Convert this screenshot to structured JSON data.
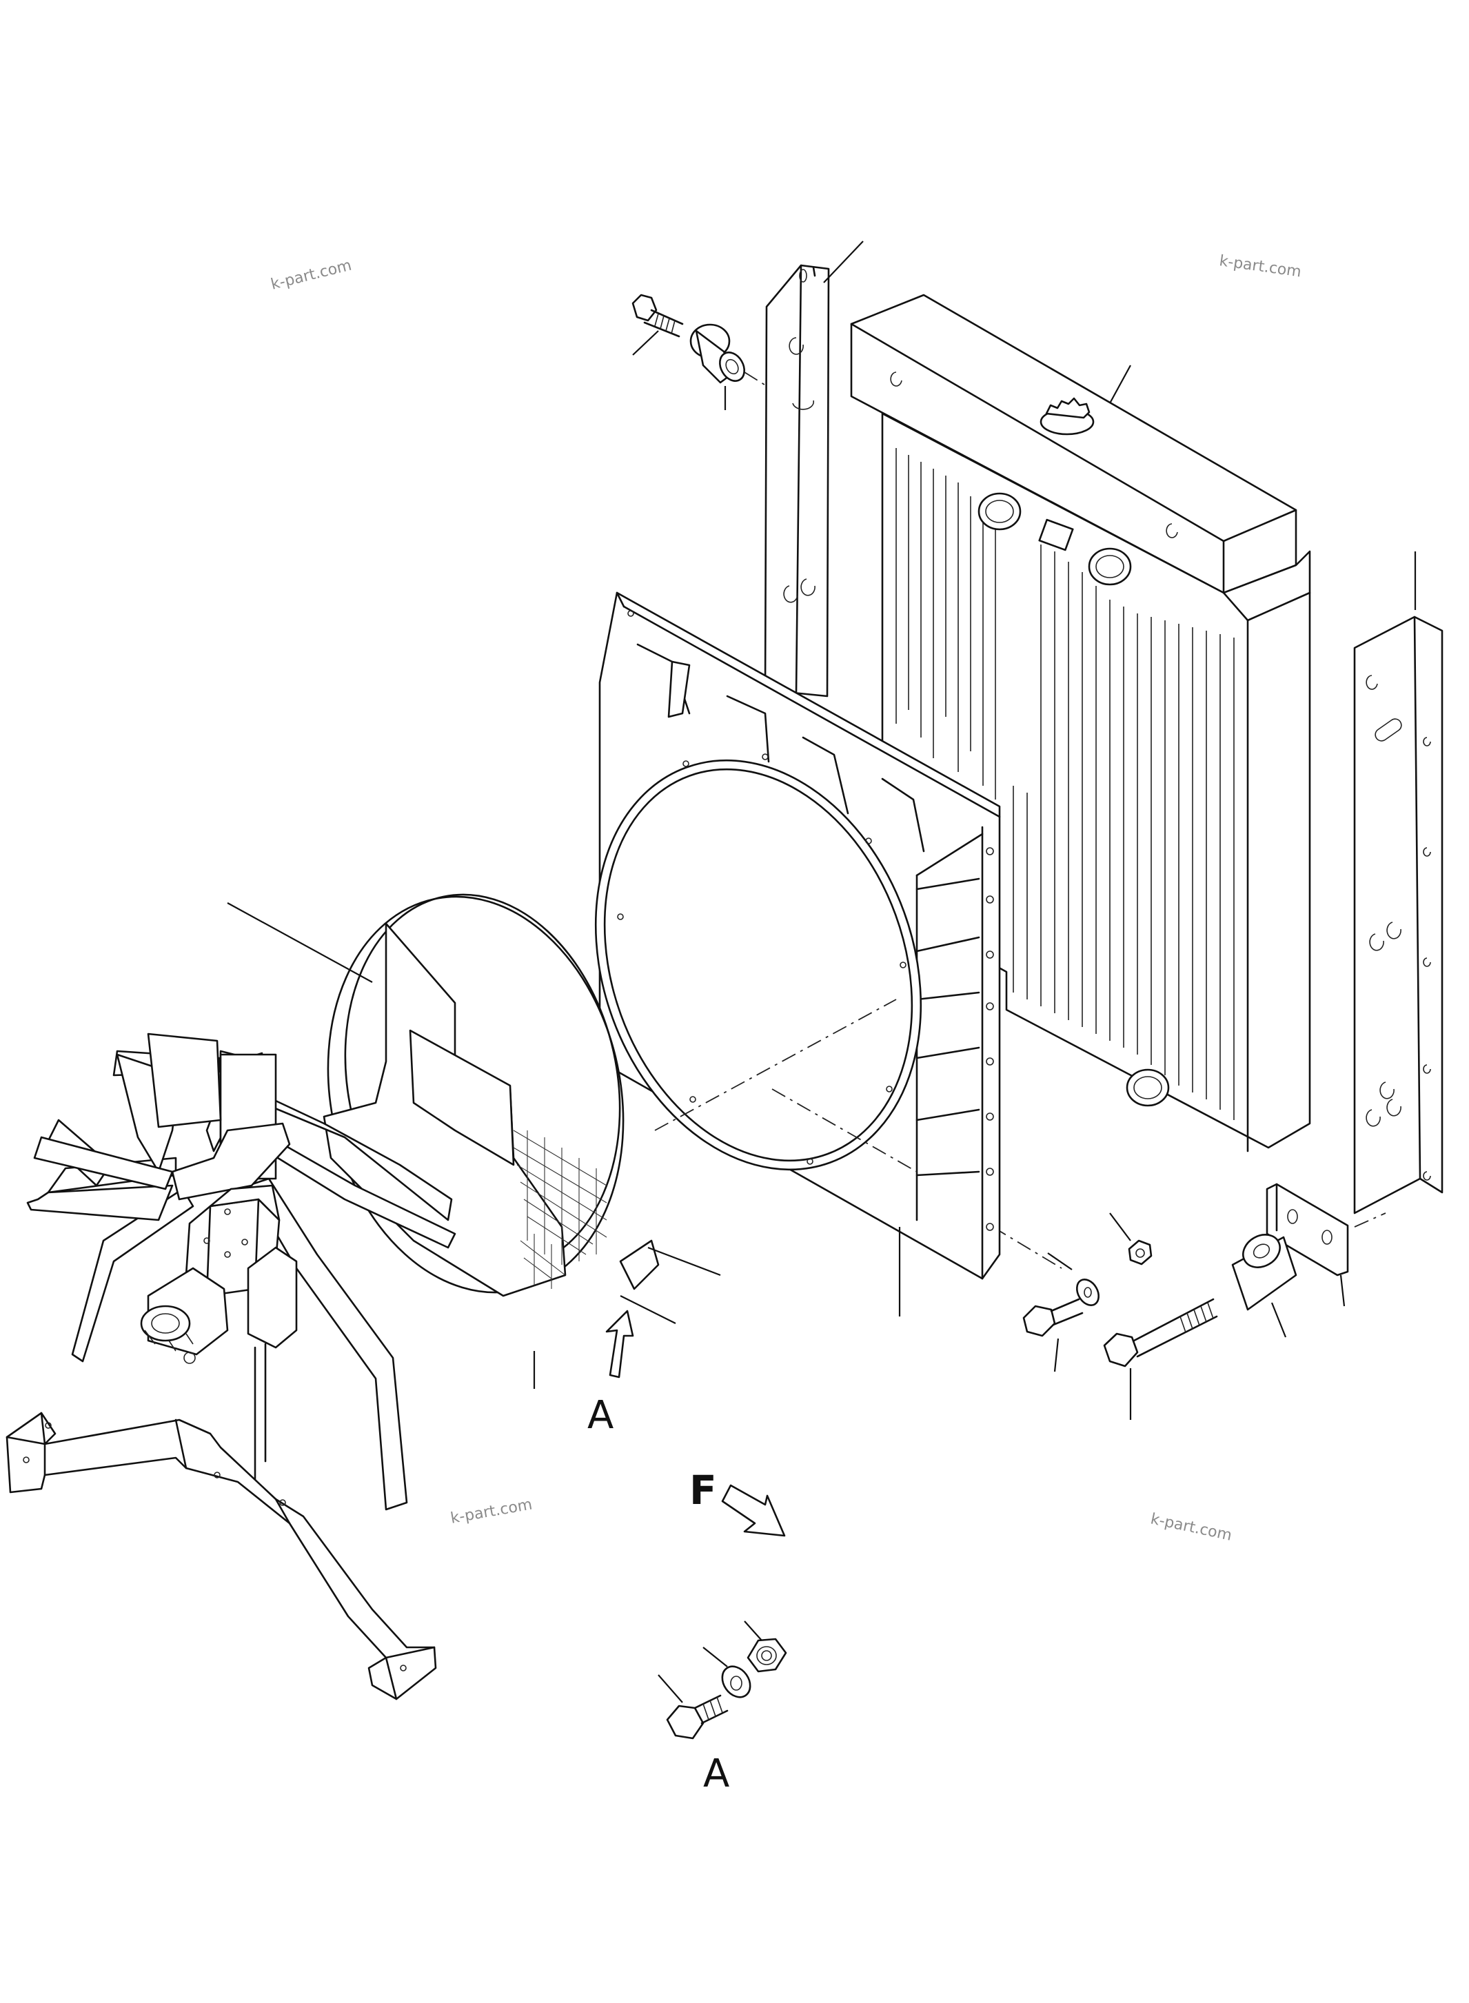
{
  "diagram": {
    "watermarks": [
      "k-part.com",
      "k-part.com",
      "k-part.com",
      "k-part.com"
    ],
    "detail_labels": [
      "A",
      "A"
    ],
    "front_marker": "F"
  }
}
